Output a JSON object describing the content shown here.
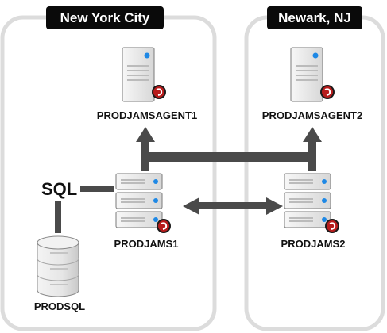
{
  "sites": [
    {
      "title": "New York City"
    },
    {
      "title": "Newark, NJ"
    }
  ],
  "nodes": {
    "agent1": "PRODJAMSAGENT1",
    "agent2": "PRODJAMSAGENT2",
    "jams1": "PRODJAMS1",
    "jams2": "PRODJAMS2",
    "db": "PRODSQL"
  },
  "link_label": "SQL",
  "colors": {
    "panel_fill": "#ffffff",
    "panel_stroke": "#dcdcdc",
    "arrow": "#4a4a4a",
    "title_bg": "#0a0a0a",
    "title_text": "#ffffff",
    "badge": "#b71c1c",
    "led": "#1e88e5"
  },
  "icons": [
    "server-icon",
    "server-rack-icon",
    "database-icon",
    "jams-badge-icon"
  ]
}
